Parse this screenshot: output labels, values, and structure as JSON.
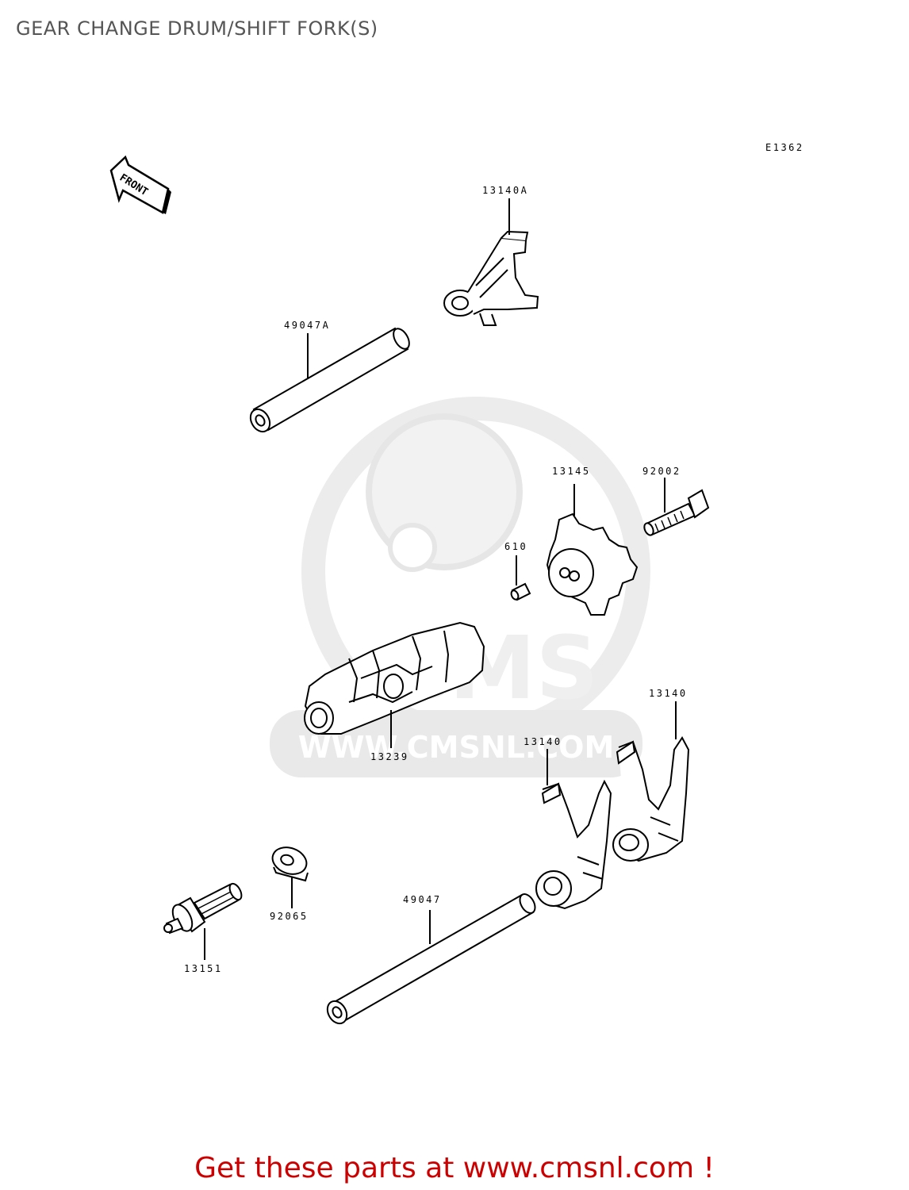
{
  "header": {
    "title": "GEAR CHANGE DRUM/SHIFT FORK(S)"
  },
  "diagram": {
    "figure_code": "E1362",
    "front_label": "FRONT",
    "parts": [
      {
        "id": "p-13140a",
        "label": "13140A"
      },
      {
        "id": "p-49047a",
        "label": "49047A"
      },
      {
        "id": "p-13145",
        "label": "13145"
      },
      {
        "id": "p-92002",
        "label": "92002"
      },
      {
        "id": "p-610",
        "label": "610"
      },
      {
        "id": "p-13239",
        "label": "13239"
      },
      {
        "id": "p-13140-right",
        "label": "13140"
      },
      {
        "id": "p-13140-left",
        "label": "13140"
      },
      {
        "id": "p-49047",
        "label": "49047"
      },
      {
        "id": "p-92065",
        "label": "92065"
      },
      {
        "id": "p-13151",
        "label": "13151"
      }
    ],
    "watermark": {
      "text": "WWW.CMSNL.COM",
      "logo_text": "CMS"
    }
  },
  "footer": {
    "cta": "Get these parts at www.cmsnl.com !"
  },
  "colors": {
    "cta": "#cc0000",
    "title": "#555555",
    "watermark": "#e6e6e6",
    "line": "#000000"
  }
}
